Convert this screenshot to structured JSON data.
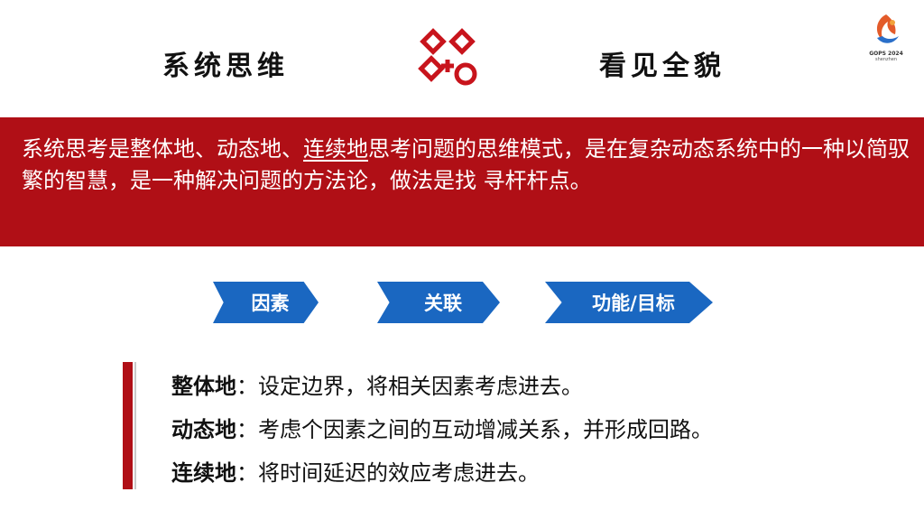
{
  "header": {
    "left_title": "系统思维",
    "right_title": "看见全貌"
  },
  "logo": {
    "line1": "GOPS 2024",
    "line2": "shenzhen"
  },
  "banner": {
    "part1": "系统思考是整体地、动态地、",
    "underlined": "连续地",
    "part2": "思考问题的思维模式，是在复杂动态系统中的一种以简驭繁的智慧，是一种解决问题的方法论，做法是找 寻杆杆点。"
  },
  "arrows": [
    {
      "label": "因素"
    },
    {
      "label": "关联"
    },
    {
      "label": "功能/目标"
    }
  ],
  "definitions": [
    {
      "term": "整体地",
      "sep": "：",
      "desc": "设定边界，将相关因素考虑进去。"
    },
    {
      "term": "动态地",
      "sep": "：",
      "desc": "考虑个因素之间的互动增减关系，并形成回路。"
    },
    {
      "term": "连续地",
      "sep": "：",
      "desc": "将时间延迟的效应考虑进去。"
    }
  ],
  "colors": {
    "brand_red": "#b00f16",
    "arrow_blue": "#1a67c1"
  }
}
